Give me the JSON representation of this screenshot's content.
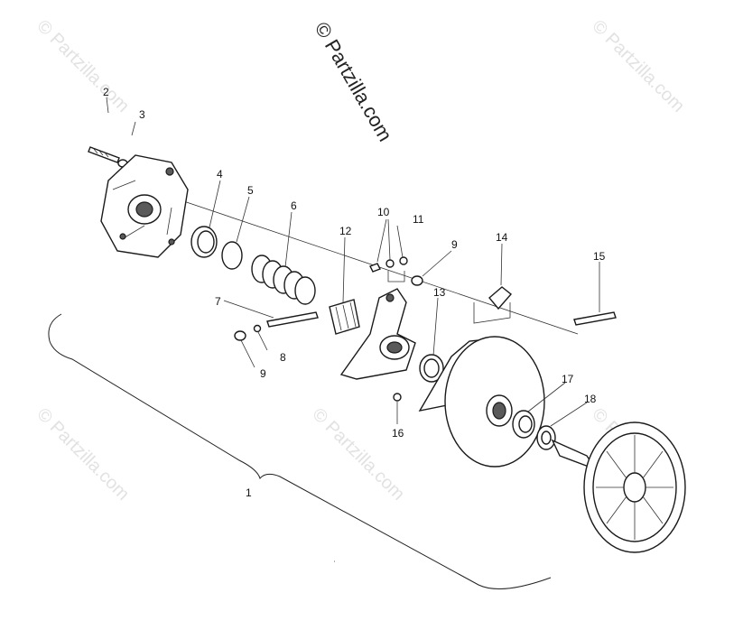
{
  "watermark": {
    "main": "© Partzilla.com",
    "tiles": [
      "© Partzilla.com",
      "© Partzilla.com",
      "© Partzilla.com",
      "© Partzilla.com",
      "© Partzilla.com"
    ]
  },
  "callouts": {
    "c1": "1",
    "c2": "2",
    "c3": "3",
    "c4": "4",
    "c5": "5",
    "c6": "6",
    "c7": "7",
    "c8": "8",
    "c9a": "9",
    "c9b": "9",
    "c10": "10",
    "c11": "11",
    "c12": "12",
    "c13": "13",
    "c14": "14",
    "c15": "15",
    "c16": "16",
    "c17": "17",
    "c18": "18"
  }
}
